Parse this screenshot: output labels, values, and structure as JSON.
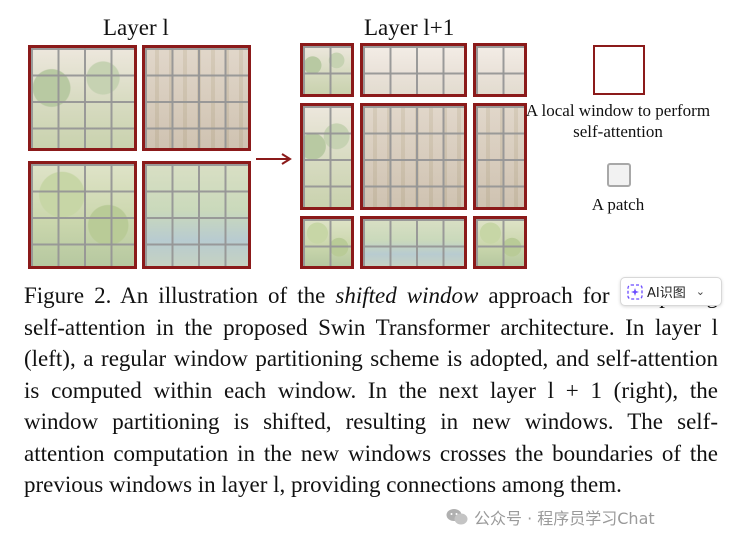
{
  "figure": {
    "layer_left_title": "Layer l",
    "layer_right_title": "Layer l+1",
    "legend_window_text": "A local window to perform self-attention",
    "legend_patch_text": "A patch",
    "window_border_color": "#8b1a1a"
  },
  "caption": {
    "prefix": "Figure 2. An illustration of the ",
    "emph": "shifted window",
    "suffix": " approach for computing self-attention in the proposed Swin Transformer architecture.  In layer l (left), a regular window partitioning scheme is adopted, and self-attention is computed within each window.  In the next layer l + 1 (right), the window partitioning is shifted, resulting in new windows. The self-attention computation in the new windows crosses the boundaries of the previous windows in layer l, providing connections among them."
  },
  "overlay": {
    "ai_button_label": "AI识图",
    "watermark_text": "公众号 · 程序员学习Chat"
  }
}
